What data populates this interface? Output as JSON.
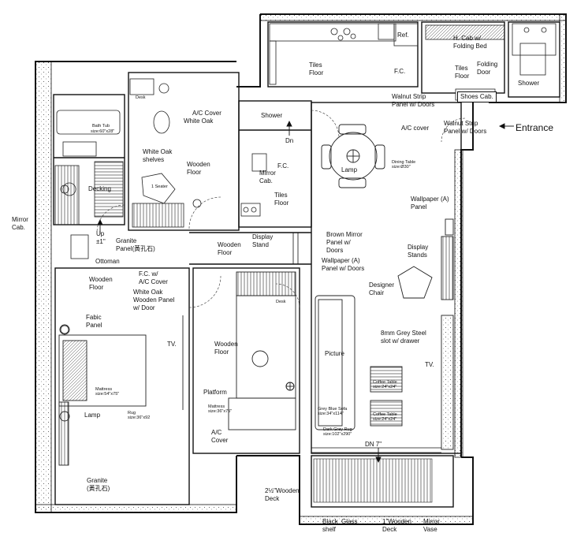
{
  "labels": {
    "ref": "Ref.",
    "h_cab": "H. Cab w/\nFolding Bed",
    "folding_door": "Folding\nDoor",
    "shower_right": "Shower",
    "tiles_floor_top": "Tiles\nFloor",
    "fc_top": "F.C.",
    "tiles_floor_mid": "Tiles\nFloor",
    "walnut_top": "Walnut Strip\nPanel w/ Doors",
    "shoes_cab": "Shoes Cab.",
    "walnut_right": "Walnut Strip\nPanel w/ Doors",
    "entrance": "Entrance",
    "desk_top": "Desk",
    "ac_cover_top": "A/C Cover",
    "white_oak": "White Oak",
    "shower_mid": "Shower",
    "ac_cover_right": "A/C cover",
    "bath_tub": "Bath Tub",
    "bath_tub_size": "size:60\"x28\"",
    "dn_top": "Dn",
    "white_oak_shelves": "White Oak\nshelves",
    "wooden_floor_mbath": "Wooden\nFloor",
    "fc_mid": "F.C.",
    "mirror_cab_mid": "Mirror\nCab.",
    "lamp_dining": "Lamp",
    "dining_table": "Dining Table\nsize:Ø30\"",
    "decking": "Decking",
    "one_seater": "1 Seater",
    "tiles_floor_bath": "Tiles\nFloor",
    "wallpaper_a_panel": "Wallpaper (A)\nPanel",
    "mirror_cab_left": "Mirror\nCab.",
    "up": "Up\n±1\"",
    "granite_panel": "Granite\nPanel(黃孔石)",
    "display_stand": "Display\nStand",
    "brown_mirror": "Brown Mirror\nPanel w/\nDoors",
    "display_stands": "Display\nStands",
    "ottoman": "Ottoman",
    "wooden_floor_corridor": "Wooden\nFloor",
    "wallpaper_a_doors": "Wallpaper (A)\nPanel w/ Doors",
    "fc_ac_cover": "F.C. w/\nA/C Cover",
    "wooden_floor_left": "Wooden\nFloor",
    "designer_chair": "Designer\nChair",
    "white_oak_wooden": "White Oak\nWooden Panel\nw/ Door",
    "desk_bed2": "Desk",
    "fabric_panel": "Fabic\nPanel",
    "grey_steel": "8mm Grey Steel\nslot w/ drawer",
    "wooden_floor_bed2": "Wooden\nFloor",
    "tv_left": "TV.",
    "picture": "Picture",
    "tv_right": "TV.",
    "coffee_table_1": "Coffee Table\nsize:24\"x24\"",
    "mattress_1": "Mattress\nsize:54\"x75\"",
    "platform": "Platform",
    "coffee_table_2": "Coffee Table\nsize:24\"x24\"",
    "lamp_bed1": "Lamp",
    "rug_1": "Rug\nsize:36\"x92",
    "mattress_2": "Mattress\nsize:36\"x75\"",
    "grey_blue_sofa": "Grey Blue Sofa\nsize:34\"x114\"",
    "dark_grey_rug": "Dark Grey Rug\nsize:102\"x290\"",
    "ac_cover_bottom": "A/C\nCover",
    "dn_7": "DN 7\"",
    "granite_bottom": "Granite\n(黃孔石)",
    "wooden_deck_2half": "2½\"Wooden\nDeck",
    "black_glass_shelf": "Black  Glass\nshelf",
    "wooden_deck_1inch": "1\"Wooden\nDeck",
    "mirror_vase": "Mirror\nVase"
  }
}
